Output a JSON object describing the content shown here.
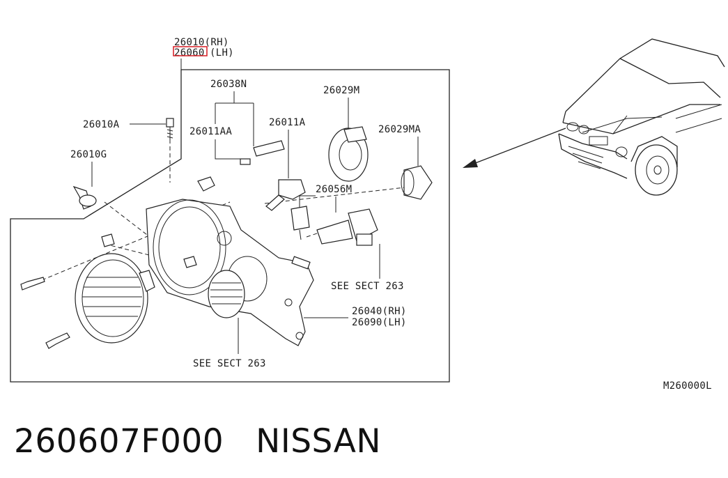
{
  "callouts": {
    "p26010": "26010(RH)",
    "p26060_num": "26060",
    "p26060_side": "(LH)",
    "p26038N": "26038N",
    "p26029M": "26029M",
    "p26010A": "26010A",
    "p26011AA": "26011AA",
    "p26011A": "26011A",
    "p26029MA": "26029MA",
    "p26010G": "26010G",
    "p26056M": "26056M",
    "see_sect_1": "SEE SECT 263",
    "p26040": "26040(RH)",
    "p26090": "26090(LH)",
    "see_sect_2": "SEE SECT 263",
    "diagram_code": "M260000L"
  },
  "highlight_color": "#d9282f",
  "footer": {
    "part_number": "260607F000",
    "brand": "NISSAN"
  }
}
